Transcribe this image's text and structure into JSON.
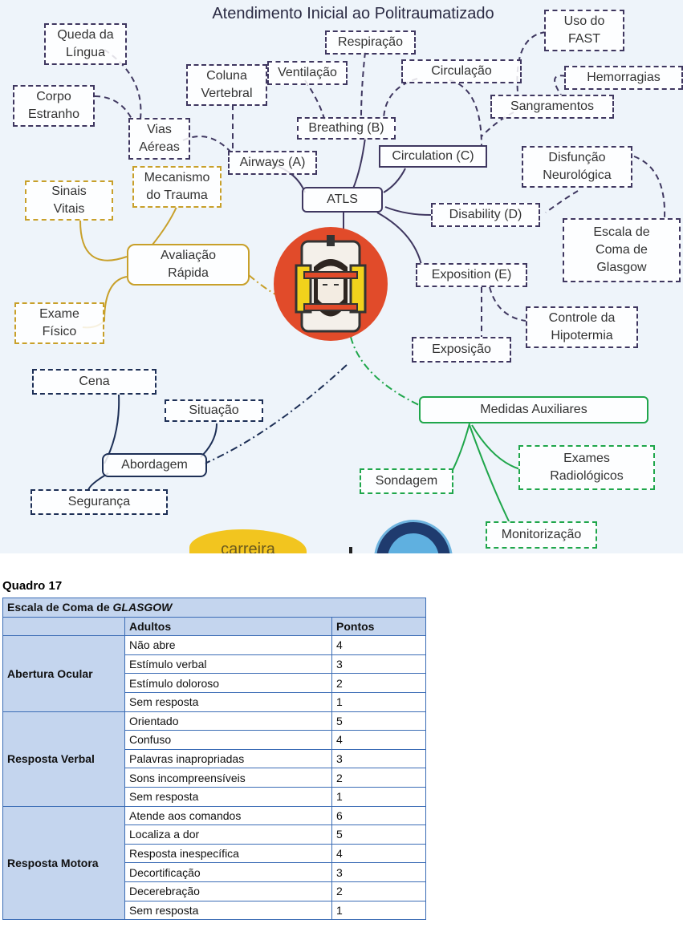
{
  "mindmap": {
    "title": "Atendimento Inicial ao Politraumatizado",
    "center_logo_text": "carreira",
    "nodes": {
      "queda_lingua": "Queda da\nLíngua",
      "corpo_estranho": "Corpo\nEstranho",
      "vias_aereas": "Vias\nAéreas",
      "coluna_vertebral": "Coluna\nVertebral",
      "ventilacao": "Ventilação",
      "respiracao": "Respiração",
      "circulacao": "Circulação",
      "uso_fast": "Uso do\nFAST",
      "hemorragias": "Hemorragias",
      "sangramentos": "Sangramentos",
      "breathing": "Breathing (B)",
      "airways": "Airways (A)",
      "circulation": "Circulation (C)",
      "disfuncao": "Disfunção\nNeurológica",
      "atls": "ATLS",
      "disability": "Disability (D)",
      "escala_glasgow": "Escala de\nComa de\nGlasgow",
      "exposition": "Exposition (E)",
      "controle_hipotermia": "Controle da\nHipotermia",
      "exposicao": "Exposição",
      "sinais_vitais": "Sinais\nVitais",
      "mecanismo_trauma": "Mecanismo\ndo Trauma",
      "avaliacao_rapida": "Avaliação\nRápida",
      "exame_fisico": "Exame\nFísico",
      "cena": "Cena",
      "situacao": "Situação",
      "abordagem": "Abordagem",
      "seguranca": "Segurança",
      "medidas_auxiliares": "Medidas Auxiliares",
      "sondagem": "Sondagem",
      "exames_radiologicos": "Exames\nRadiológicos",
      "monitorizacao": "Monitorização"
    },
    "colors": {
      "purple": "#3f3760",
      "gold": "#c8a02a",
      "green": "#1fa64b",
      "navy": "#1d2f56",
      "center": "#e14b2a"
    }
  },
  "quadro": {
    "label": "Quadro 17",
    "caption_prefix": "Escala de Coma de ",
    "caption_emphasis": "GLASGOW",
    "headers": [
      "Adultos",
      "Pontos"
    ],
    "groups": [
      {
        "name": "Abertura Ocular",
        "rows": [
          [
            "Não abre",
            "4"
          ],
          [
            "Estímulo verbal",
            "3"
          ],
          [
            "Estímulo doloroso",
            "2"
          ],
          [
            "Sem resposta",
            "1"
          ]
        ]
      },
      {
        "name": "Resposta Verbal",
        "rows": [
          [
            "Orientado",
            "5"
          ],
          [
            "Confuso",
            "4"
          ],
          [
            "Palavras inapropriadas",
            "3"
          ],
          [
            "Sons incompreensíveis",
            "2"
          ],
          [
            "Sem resposta",
            "1"
          ]
        ]
      },
      {
        "name": "Resposta Motora",
        "rows": [
          [
            "Atende aos comandos",
            "6"
          ],
          [
            "Localiza a dor",
            "5"
          ],
          [
            "Resposta inespecífica",
            "4"
          ],
          [
            "Decortificação",
            "3"
          ],
          [
            "Decerebração",
            "2"
          ],
          [
            "Sem resposta",
            "1"
          ]
        ]
      }
    ]
  }
}
